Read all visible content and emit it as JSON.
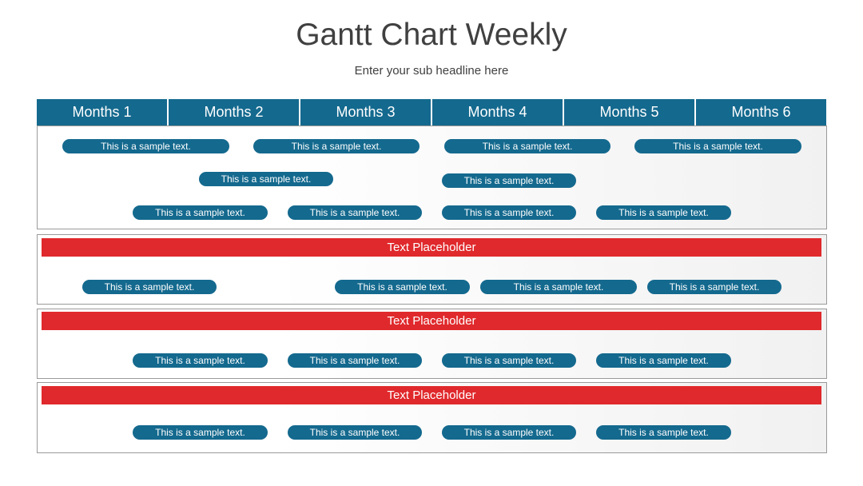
{
  "title": "Gantt Chart Weekly",
  "subtitle": "Enter your sub headline here",
  "colors": {
    "header": "#14698e",
    "task": "#14698e",
    "banner": "#e0292c"
  },
  "months": [
    "Months 1",
    "Months 2",
    "Months 3",
    "Months 4",
    "Months 5",
    "Months 6"
  ],
  "sections": [
    {
      "banner": "",
      "rows": [
        [
          "This is a sample text.",
          "This is a sample text.",
          "This is a sample text.",
          "This is a sample text."
        ],
        [
          "This is a sample text.",
          "This is a sample text."
        ],
        [
          "This is a sample text.",
          "This is a sample text.",
          "This is a sample text.",
          "This is a sample text."
        ]
      ]
    },
    {
      "banner": "Text Placeholder",
      "rows": [
        [
          "This is a sample text.",
          "This is a sample text.",
          "This is a sample text.",
          "This is a sample text."
        ]
      ]
    },
    {
      "banner": "Text Placeholder",
      "rows": [
        [
          "This is a sample text.",
          "This is a sample text.",
          "This is a sample text.",
          "This is a sample text."
        ]
      ]
    },
    {
      "banner": "Text Placeholder",
      "rows": [
        [
          "This is a sample text.",
          "This is a sample text.",
          "This is a sample text.",
          "This is a sample text."
        ]
      ]
    }
  ]
}
